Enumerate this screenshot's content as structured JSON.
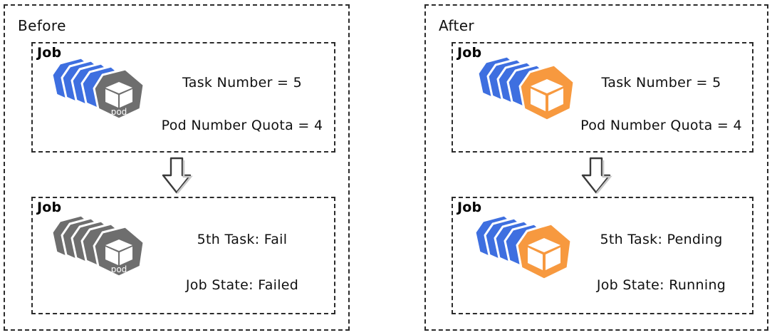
{
  "diagram": {
    "type": "before-after-comparison",
    "colors": {
      "pod_blue": "#3E6FE0",
      "pod_gray": "#6E6E6E",
      "pod_orange": "#F7993F",
      "border": "#2B2B2B",
      "text": "#101010",
      "background": "#FFFFFF"
    },
    "panels": [
      {
        "id": "before",
        "title": "Before",
        "boxes": [
          {
            "id": "before-top",
            "label": "Job",
            "icon": "pod-stack-icon",
            "icon_variant": "blue-stack-gray-front",
            "icon_pod_caption": "pod",
            "lines": [
              "Task Number = 5",
              "Pod Number Quota = 4"
            ]
          },
          {
            "id": "before-bottom",
            "label": "Job",
            "icon": "pod-stack-icon",
            "icon_variant": "gray-stack-gray-front",
            "icon_pod_caption": "pod",
            "lines": [
              "5th Task: Fail",
              "Job State: Failed"
            ]
          }
        ],
        "connector": "down-arrow-icon"
      },
      {
        "id": "after",
        "title": "After",
        "boxes": [
          {
            "id": "after-top",
            "label": "Job",
            "icon": "pod-stack-icon",
            "icon_variant": "blue-stack-orange-front",
            "icon_pod_caption": "",
            "lines": [
              "Task Number = 5",
              "Pod Number Quota = 4"
            ]
          },
          {
            "id": "after-bottom",
            "label": "Job",
            "icon": "pod-stack-icon",
            "icon_variant": "blue-stack-orange-front",
            "icon_pod_caption": "",
            "lines": [
              "5th Task: Pending",
              "Job State: Running"
            ]
          }
        ],
        "connector": "down-arrow-icon"
      }
    ]
  }
}
